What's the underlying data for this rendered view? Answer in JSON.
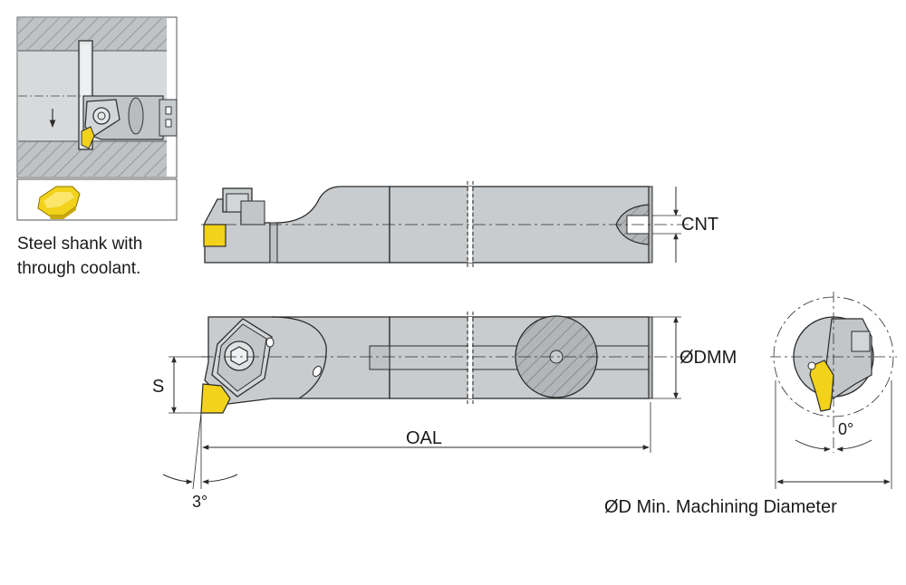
{
  "caption": {
    "line1": "Steel shank with",
    "line2": "through coolant."
  },
  "labels": {
    "cnt": "CNT",
    "ddmm": "ØDMM",
    "s": "S",
    "oal": "OAL",
    "lead_angle": "3°",
    "rake_angle": "0°",
    "min_diameter": "ØD Min. Machining Diameter"
  },
  "colors": {
    "steel": "#c9ccce",
    "steel_dark": "#a9adb0",
    "insert": "#f2d21a",
    "outline": "#2b2b2b",
    "hatch": "#7d8184"
  }
}
